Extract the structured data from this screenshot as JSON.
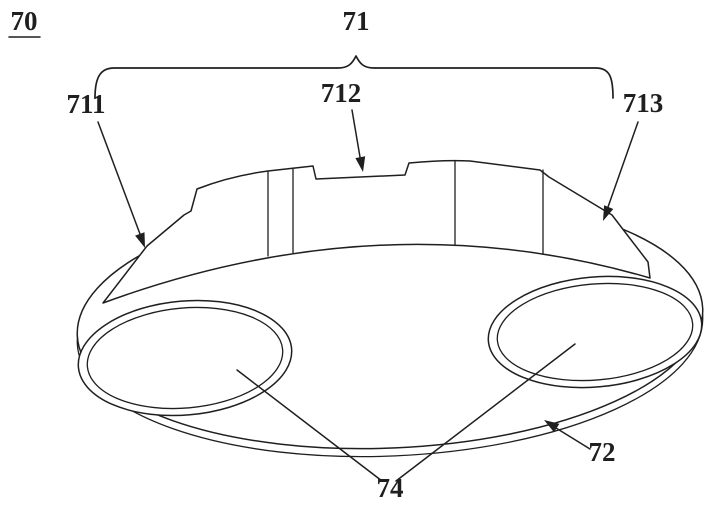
{
  "figure": {
    "labels": {
      "fig_number": "70",
      "group": "71",
      "section_left": "711",
      "section_center": "712",
      "section_right": "713",
      "base_plate": "72",
      "lens_pair": "74"
    },
    "colors": {
      "line": "#1f1f1f",
      "background": "#ffffff"
    }
  }
}
